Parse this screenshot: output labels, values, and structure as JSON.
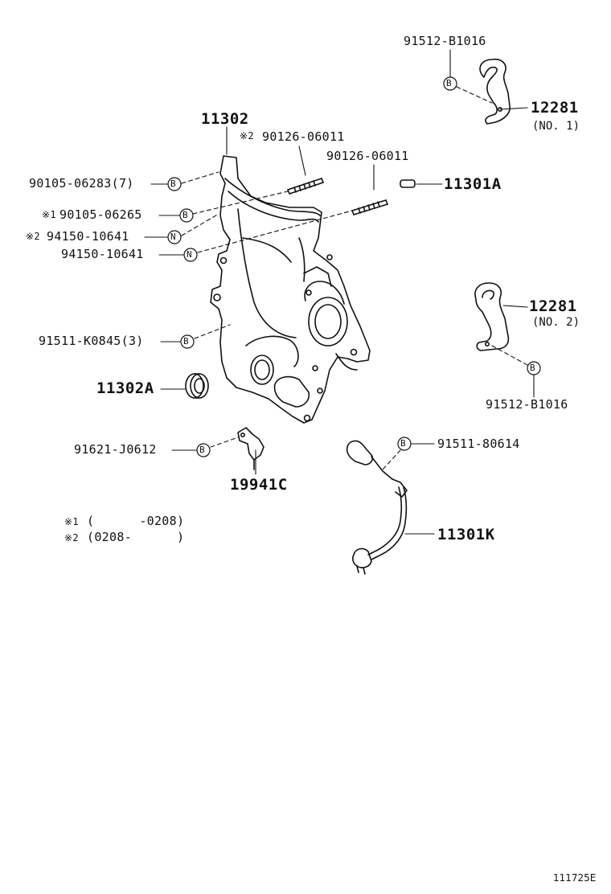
{
  "labels": {
    "p91512_top": "91512-B1016",
    "p12281_top": "12281",
    "no1": "(NO. 1)",
    "p11302": "11302",
    "p90126_a": "90126-06011",
    "p90126_b": "90126-06011",
    "p11301A": "11301A",
    "p90105_06283": "90105-06283(7)",
    "p90105_06265": "90105-06265",
    "p94150_a": "94150-10641",
    "p94150_b": "94150-10641",
    "p12281_bottom": "12281",
    "no2": "(NO. 2)",
    "p91511_K0845": "91511-K0845(3)",
    "p11302A": "11302A",
    "p91512_bottom": "91512-B1016",
    "p91621": "91621-J0612",
    "p91511_80614": "91511-80614",
    "p19941C": "19941C",
    "p11301K": "11301K",
    "note1": "(      -0208)",
    "note2": "(0208-      )",
    "mark1": "※1",
    "mark2": "※2",
    "diagram_id": "111725E"
  },
  "markers": {
    "bolt": "B",
    "nut": "N"
  },
  "colors": {
    "ink": "#111111",
    "background": "#ffffff"
  }
}
